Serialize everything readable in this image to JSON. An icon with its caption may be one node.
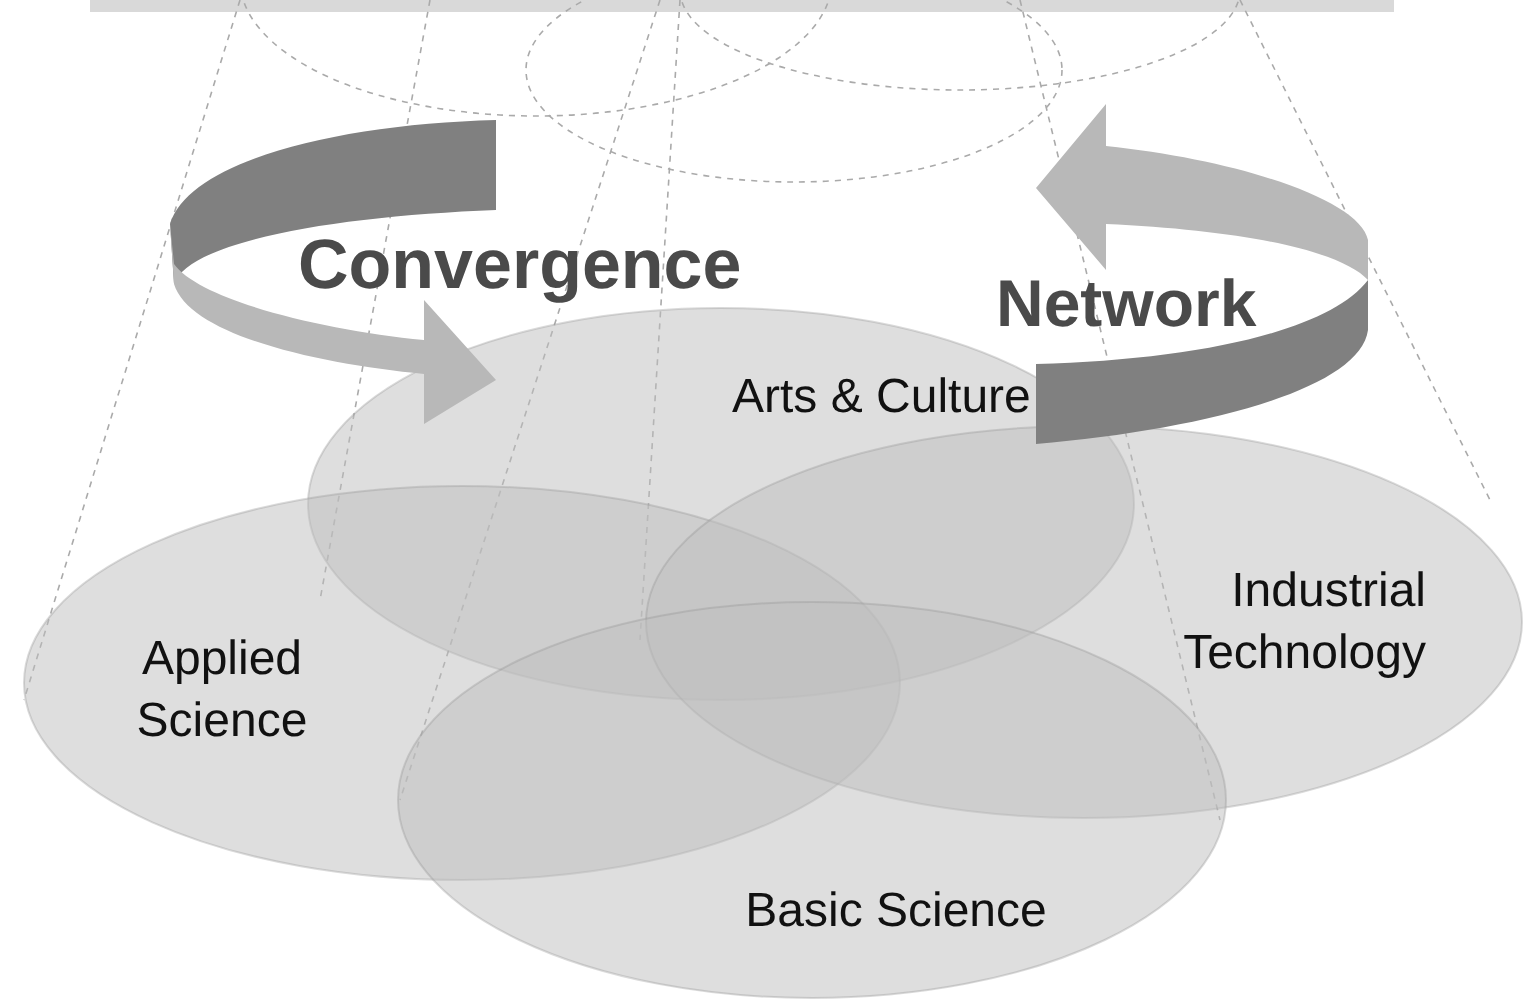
{
  "diagram": {
    "nodes": [
      {
        "text": [
          "Arts & Culture"
        ]
      },
      {
        "text": [
          "Applied Science"
        ]
      },
      {
        "text": [
          "Industrial Technology"
        ]
      },
      {
        "text": [
          "Basic Science"
        ]
      }
    ],
    "labels": [
      "Convergence",
      "Network"
    ]
  }
}
